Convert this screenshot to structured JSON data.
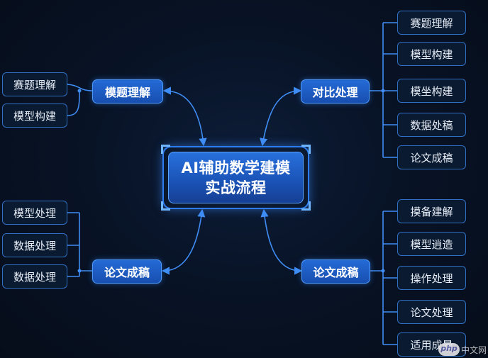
{
  "center": {
    "lines": [
      "AI辅助数学建模",
      "实战流程"
    ]
  },
  "branches": {
    "top_left": {
      "label": "模题理解",
      "leaves": [
        "赛题理解",
        "模型构建"
      ]
    },
    "bottom_left": {
      "label": "论文成稿",
      "leaves": [
        "模型处理",
        "数据处理",
        "数据处理"
      ]
    },
    "top_right": {
      "label": "对比处理",
      "leaves": [
        "赛题理解",
        "模型构建",
        "模坐构建",
        "数据处稿",
        "论文成稿"
      ]
    },
    "bottom_right": {
      "label": "论文成稿",
      "leaves": [
        "摸备建解",
        "模型逍造",
        "操作处理",
        "论文处理",
        "适用成晕"
      ]
    }
  },
  "watermark": {
    "badge": "php",
    "text": "中文网"
  },
  "colors": {
    "background": "#07101f",
    "node_fill": "#1d5cc4",
    "node_border": "#4d9bff",
    "leaf_fill": "#0a1a30",
    "leaf_border": "#2f6fc4",
    "link": "#3f8df5"
  }
}
